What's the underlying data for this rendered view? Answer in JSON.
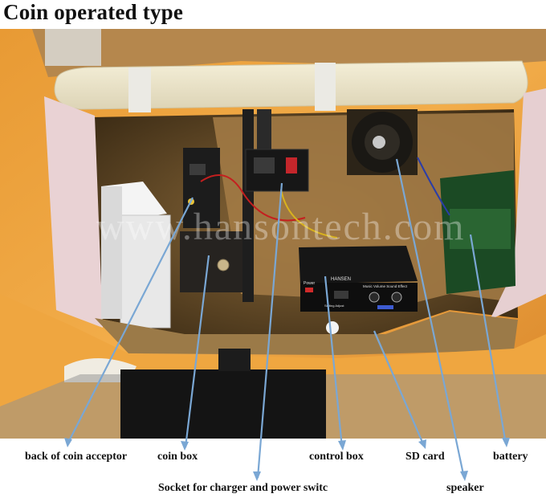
{
  "title": "Coin operated type",
  "watermark": "www.hansontech.com",
  "device": {
    "control_box_brand": "HANSEN",
    "power_label": "Power",
    "knob_labels": "Music Volume   Sound Effect",
    "sub_labels": "Setting   Adjust"
  },
  "labels": {
    "coin_acceptor": "back of coin acceptor",
    "coin_box": "coin box",
    "control_box": "control box",
    "sd_card": "SD card",
    "battery": "battery",
    "socket": "Socket for charger and power switc",
    "speaker": "speaker"
  }
}
